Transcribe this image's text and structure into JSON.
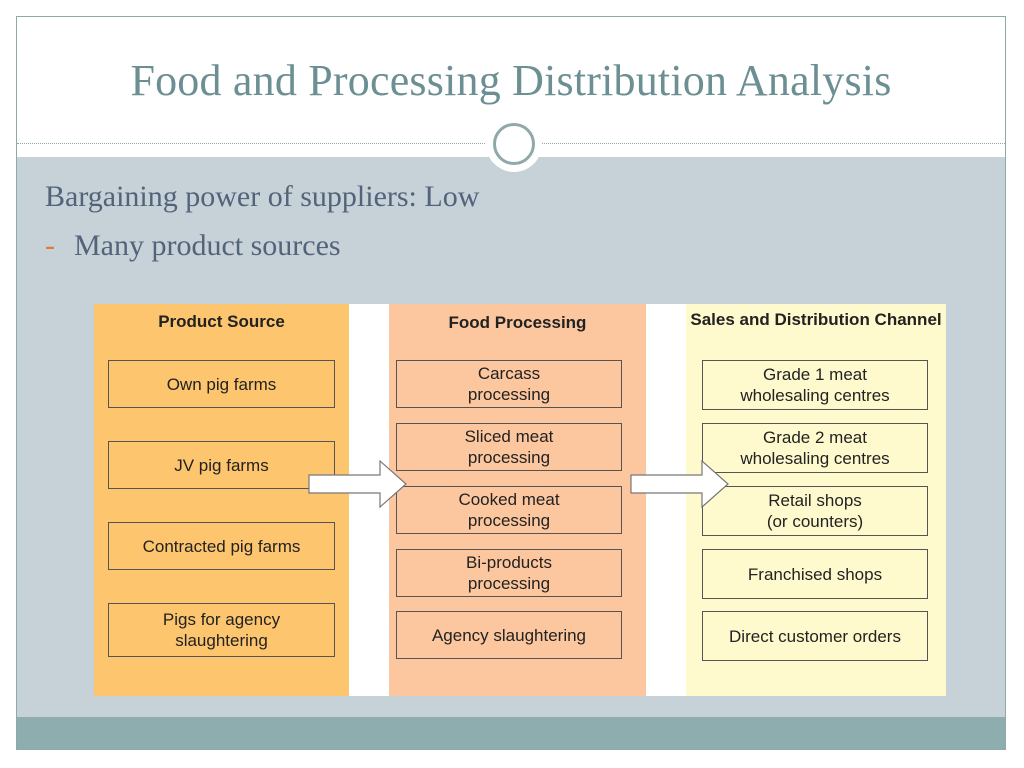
{
  "slide": {
    "title": "Food and Processing Distribution Analysis",
    "bullets": [
      "Bargaining power of suppliers: Low",
      "Many product sources"
    ],
    "bullet_dash": "-"
  },
  "diagram": {
    "columns": [
      {
        "header": "Product Source",
        "items": [
          "Own pig farms",
          "JV pig farms",
          "Contracted pig farms",
          "Pigs for agency\nslaughtering"
        ]
      },
      {
        "header": "Food Processing",
        "items": [
          "Carcass\nprocessing",
          "Sliced meat\nprocessing",
          "Cooked meat\nprocessing",
          "Bi-products\nprocessing",
          "Agency slaughtering"
        ]
      },
      {
        "header": "Sales and Distribution\nChannel",
        "items": [
          "Grade 1 meat\nwholesaling centres",
          "Grade 2 meat\nwholesaling centres",
          "Retail shops\n(or counters)",
          "Franchised shops",
          "Direct customer orders"
        ]
      }
    ],
    "colors": {
      "source": "#fdc56d",
      "processing": "#fcc69e",
      "sales": "#fefacd",
      "title": "#6b8f92",
      "bullet_text": "#52637a",
      "dash": "#e07b39"
    }
  }
}
